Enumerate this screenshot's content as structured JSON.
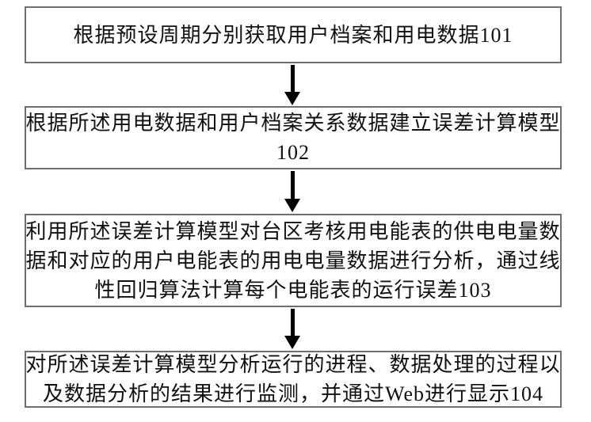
{
  "figure": {
    "type": "flowchart",
    "background_color": "#ffffff",
    "box_border_color": "#6f6f6f",
    "text_color": "#111111",
    "arrow_color": "#000000",
    "boxes": [
      {
        "id": "step-101",
        "step_number": "101",
        "lines": [
          "根据预设周期分别获取用户档案和用电数据101"
        ]
      },
      {
        "id": "step-102",
        "step_number": "102",
        "lines": [
          "根据所述用电数据和用户档案关系数据建立误差计算模型",
          "102"
        ]
      },
      {
        "id": "step-103",
        "step_number": "103",
        "lines": [
          "利用所述误差计算模型对台区考核用电能表的供电电量数",
          "据和对应的用户电能表的用电电量数据进行分析，通过线",
          "性回归算法计算每个电能表的运行误差103"
        ]
      },
      {
        "id": "step-104",
        "step_number": "104",
        "lines": [
          "对所述误差计算模型分析运行的进程、数据处理的过程以",
          "及数据分析的结果进行监测，并通过Web进行显示104"
        ]
      }
    ],
    "connectors": [
      {
        "type": "arrow-down",
        "from": "step-101",
        "to": "step-102"
      },
      {
        "type": "arrow-down",
        "from": "step-102",
        "to": "step-103"
      },
      {
        "type": "arrow-down",
        "from": "step-103",
        "to": "step-104"
      }
    ]
  }
}
